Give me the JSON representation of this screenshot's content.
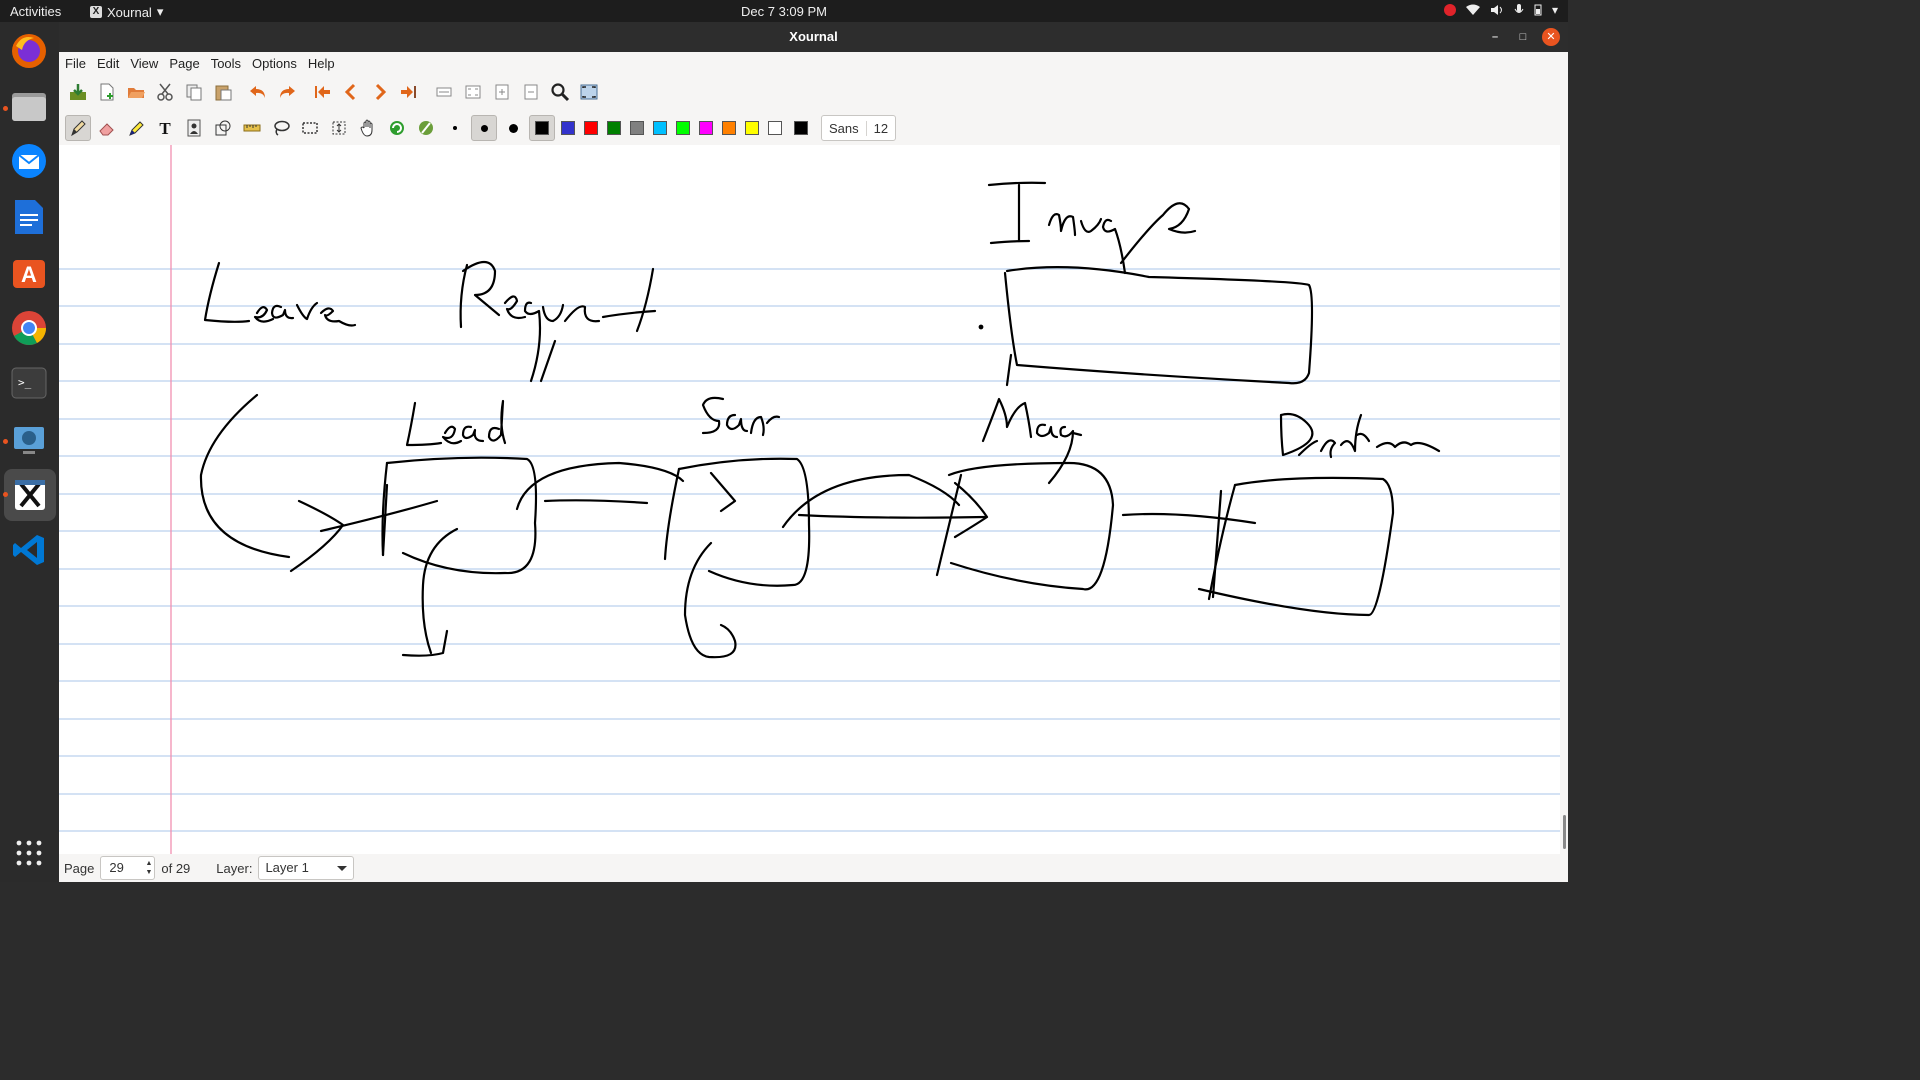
{
  "topbar": {
    "activities": "Activities",
    "app_name": "Xournal",
    "app_icon_glyph": "X",
    "clock": "Dec 7  3:09 PM"
  },
  "dock": {
    "items": [
      {
        "name": "firefox-icon",
        "color": "#e66000"
      },
      {
        "name": "files-icon",
        "color": "#8a8a8a"
      },
      {
        "name": "thunderbird-icon",
        "color": "#0a84ff"
      },
      {
        "name": "libreoffice-writer-icon",
        "color": "#1e6fd9"
      },
      {
        "name": "software-center-icon",
        "color": "#e95420"
      },
      {
        "name": "chrome-icon",
        "color": "#4285f4"
      },
      {
        "name": "terminal-icon",
        "color": "#3c3c3c"
      },
      {
        "name": "screenshot-tool-icon",
        "color": "#5aa0d8"
      },
      {
        "name": "xournal-icon",
        "color": "#ffffff"
      },
      {
        "name": "vscode-icon",
        "color": "#0078d4"
      }
    ],
    "show_apps_icon": "apps-grid-icon"
  },
  "window": {
    "title": "Xournal"
  },
  "menubar": [
    "File",
    "Edit",
    "View",
    "Page",
    "Tools",
    "Options",
    "Help"
  ],
  "toolbar1": [
    "save-icon",
    "new-icon",
    "open-icon",
    "cut-icon",
    "copy-icon",
    "paste-icon",
    "undo-icon",
    "redo-icon",
    "first-page-icon",
    "previous-page-icon",
    "next-page-icon",
    "last-page-icon",
    "page-width-icon",
    "zoom-fit-icon",
    "zoom-in-icon",
    "zoom-out-icon",
    "zoom-icon",
    "fullscreen-icon"
  ],
  "toolbar2": {
    "tools": [
      "pen-icon",
      "eraser-icon",
      "highlighter-icon",
      "text-icon",
      "image-icon",
      "shape-recognizer-icon",
      "ruler-icon",
      "lasso-select-icon",
      "rect-select-icon",
      "vertical-space-icon",
      "hand-icon",
      "default-pen-icon",
      "default-tool-icon"
    ],
    "colors": [
      "#000000",
      "#3333cc",
      "#ff0000",
      "#008000",
      "#808080",
      "#00c0ff",
      "#00ff00",
      "#ff00ff",
      "#ff8000",
      "#ffff00",
      "#ffffff",
      "#000000"
    ],
    "font_name": "Sans",
    "font_size": "12"
  },
  "statusbar": {
    "page_label": "Page",
    "page_value": "29",
    "page_total": "of 29",
    "layer_label": "Layer:",
    "layer_value": "Layer 1"
  },
  "colors": {
    "rule_line": "#a9c6e8",
    "margin_line": "#f090b0",
    "ink": "#000000",
    "accent": "#e95420"
  }
}
